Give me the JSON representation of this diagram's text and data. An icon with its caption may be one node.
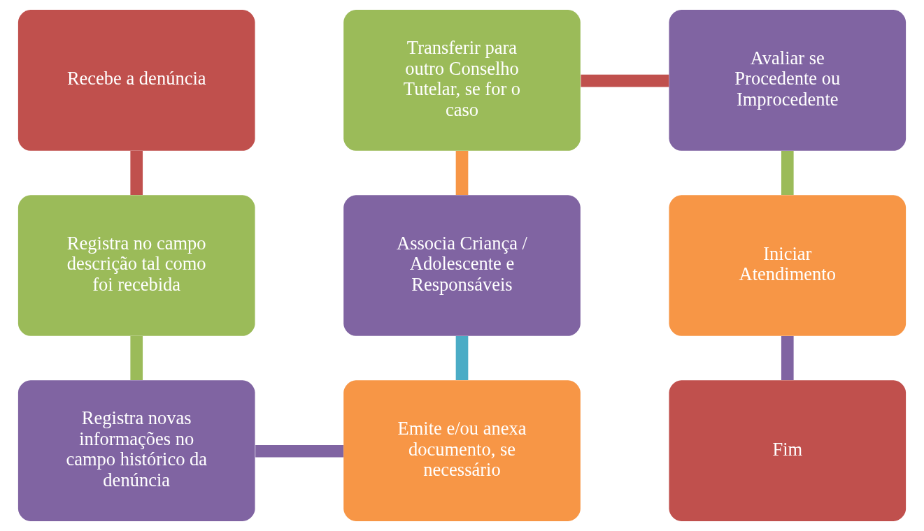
{
  "diagram": {
    "nodes": [
      {
        "text": [
          "Recebe a denúncia"
        ]
      },
      {
        "text": [
          "Transferir para outro Conselho Tutelar, se for o caso"
        ]
      },
      {
        "text": [
          "Avaliar se Procedente ou Improcedente"
        ]
      },
      {
        "text": [
          "Registra no campo descrição tal como foi recebida"
        ]
      },
      {
        "text": [
          "Associa Criança / Adolescente e Responsáveis"
        ]
      },
      {
        "text": [
          "Iniciar Atendimento"
        ]
      },
      {
        "text": [
          "Registra novas informações no campo histórico da denúncia"
        ]
      },
      {
        "text": [
          "Emite e/ou anexa documento, se necessário"
        ]
      },
      {
        "text": [
          "Fim"
        ]
      }
    ],
    "edges": [
      {
        "from": 0,
        "to": 3,
        "arrow": "none",
        "color": "#c0504d"
      },
      {
        "from": 3,
        "to": 6,
        "arrow": "none",
        "color": "#9bbb59"
      },
      {
        "from": 6,
        "to": 7,
        "arrow": "none",
        "color": "#8064a2"
      },
      {
        "from": 7,
        "to": 4,
        "arrow": "none",
        "color": "#4bacc6"
      },
      {
        "from": 4,
        "to": 1,
        "arrow": "none",
        "color": "#f79646"
      },
      {
        "from": 1,
        "to": 2,
        "arrow": "none",
        "color": "#c0504d"
      },
      {
        "from": 2,
        "to": 5,
        "arrow": "none",
        "color": "#9bbb59"
      },
      {
        "from": 5,
        "to": 8,
        "arrow": "none",
        "color": "#8064a2"
      }
    ]
  }
}
